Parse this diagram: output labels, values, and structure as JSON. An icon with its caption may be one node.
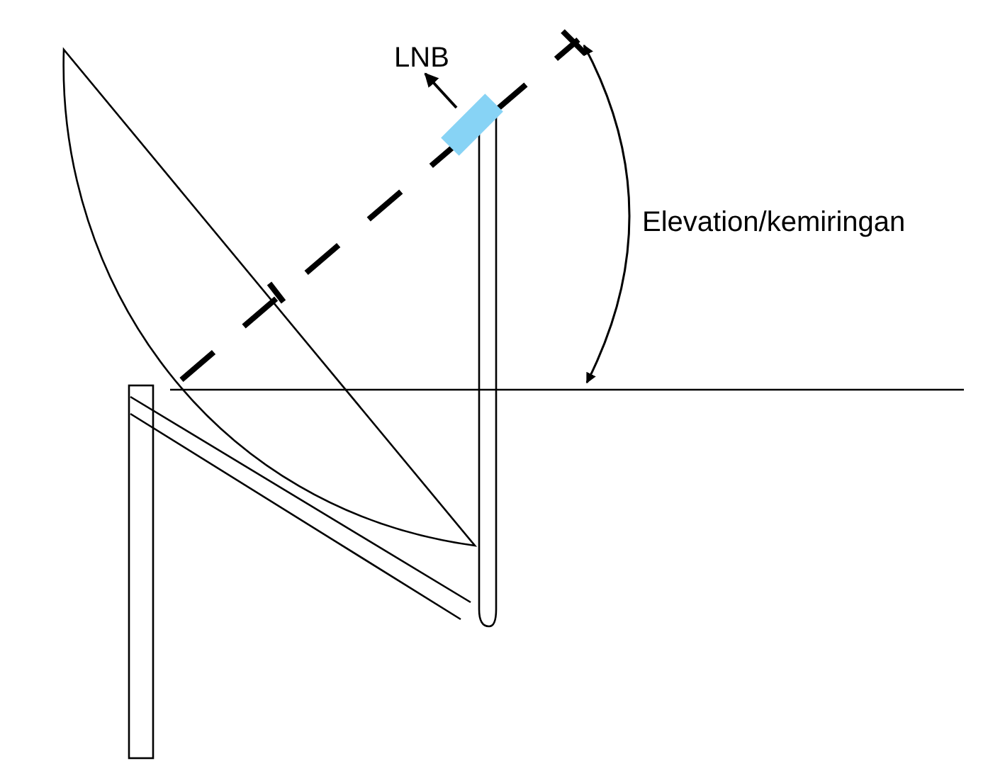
{
  "diagram": {
    "nodes": [
      {
        "text": [
          "LNB"
        ]
      },
      {
        "text": [],
        "shape": "box"
      }
    ],
    "edges": [
      {
        "from": 1,
        "to": 0,
        "arrow": "to"
      }
    ],
    "labels": [
      "Elevation/kemiringan"
    ]
  }
}
